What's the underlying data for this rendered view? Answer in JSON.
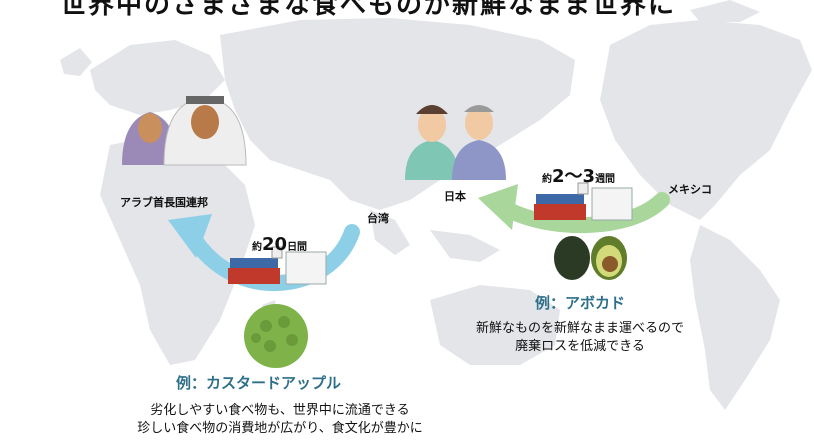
{
  "title": "世界中のさまざまな食べものが新鮮なまま世界に",
  "places": {
    "uae": "アラブ首長国連邦",
    "taiwan": "台湾",
    "japan": "日本",
    "mexico": "メキシコ"
  },
  "routes": {
    "route1": {
      "prefix": "約",
      "num": "20",
      "unit": "日間"
    },
    "route2": {
      "prefix": "約",
      "num": "2〜3",
      "unit": "週間"
    }
  },
  "examples": {
    "avocado": "例：アボカド",
    "custard": "例：カスタードアップル"
  },
  "notes": {
    "avocado_line1": "新鮮なものを新鮮なまま運べるので",
    "avocado_line2": "廃棄ロスを低減できる",
    "custard_line1": "劣化しやすい食べ物も、世界中に流通できる",
    "custard_line2": "珍しい食べ物の消費地が広がり、食文化が豊かに"
  },
  "colors": {
    "map_land": "#e3e5e8",
    "arrow_blue": "#8ecfe8",
    "arrow_green": "#a9d69a",
    "example_text": "#2e6f8a"
  }
}
